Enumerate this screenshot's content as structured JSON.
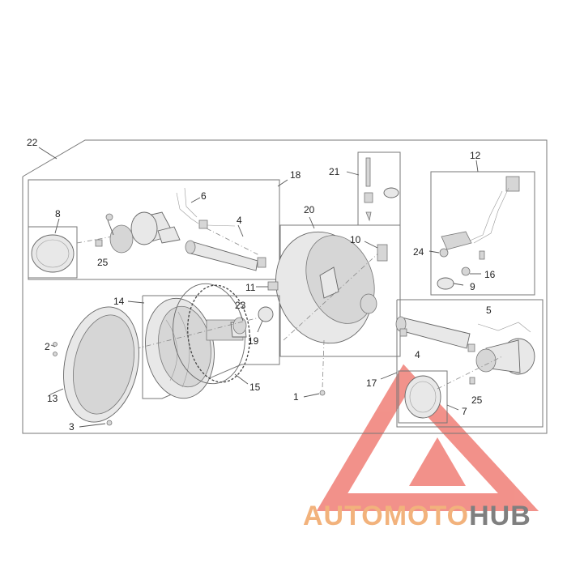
{
  "callouts": [
    {
      "id": "22",
      "text": "22"
    },
    {
      "id": "18",
      "text": "18"
    },
    {
      "id": "6",
      "text": "6"
    },
    {
      "id": "8",
      "text": "8"
    },
    {
      "id": "4a",
      "text": "4"
    },
    {
      "id": "25a",
      "text": "25"
    },
    {
      "id": "20",
      "text": "20"
    },
    {
      "id": "21",
      "text": "21"
    },
    {
      "id": "10",
      "text": "10"
    },
    {
      "id": "12",
      "text": "12"
    },
    {
      "id": "24",
      "text": "24"
    },
    {
      "id": "16",
      "text": "16"
    },
    {
      "id": "9",
      "text": "9"
    },
    {
      "id": "11",
      "text": "11"
    },
    {
      "id": "14",
      "text": "14"
    },
    {
      "id": "23",
      "text": "23"
    },
    {
      "id": "19",
      "text": "19"
    },
    {
      "id": "5",
      "text": "5"
    },
    {
      "id": "4b",
      "text": "4"
    },
    {
      "id": "2",
      "text": "2"
    },
    {
      "id": "15",
      "text": "15"
    },
    {
      "id": "13",
      "text": "13"
    },
    {
      "id": "1",
      "text": "1"
    },
    {
      "id": "17",
      "text": "17"
    },
    {
      "id": "25b",
      "text": "25"
    },
    {
      "id": "7",
      "text": "7"
    },
    {
      "id": "3",
      "text": "3"
    }
  ],
  "watermark": {
    "part1": "AUTO",
    "part2": "MOTO",
    "part3": "HUB",
    "color_red": "#e8392b",
    "color_orange": "#f2b27c",
    "color_grey": "#7f7f7f"
  }
}
